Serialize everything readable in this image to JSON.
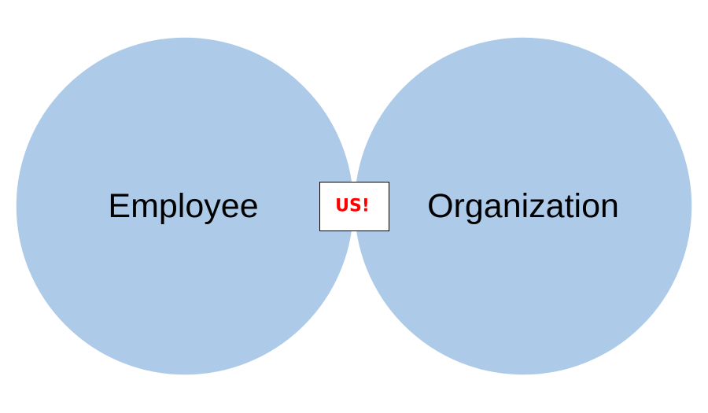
{
  "diagram": {
    "left_set": {
      "label": "Employee"
    },
    "right_set": {
      "label": "Organization"
    },
    "intersection": {
      "label": "US!"
    }
  },
  "colors": {
    "circle_fill": "#adcbe8",
    "circle_edge": "#ffffff",
    "overlap_fill": "#82b1dc",
    "us_text": "#ff0000",
    "us_box_fill": "#ffffff",
    "us_box_border": "#000000"
  }
}
